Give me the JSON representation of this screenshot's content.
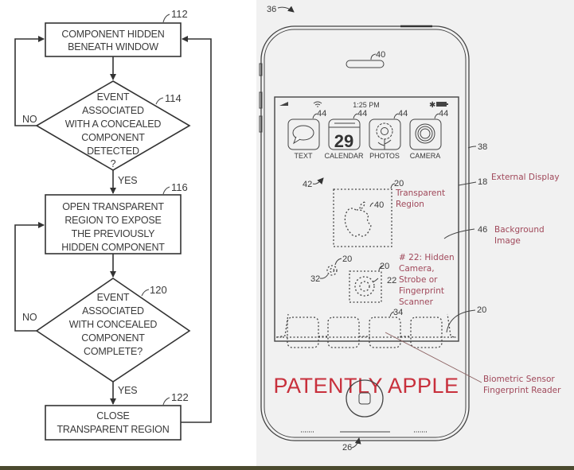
{
  "flowchart": {
    "nodes": [
      {
        "id": "112",
        "type": "process",
        "lines": [
          "COMPONENT HIDDEN",
          "BENEATH WINDOW"
        ]
      },
      {
        "id": "114",
        "type": "decision",
        "lines": [
          "EVENT",
          "ASSOCIATED",
          "WITH A CONCEALED",
          "COMPONENT",
          "DETECTED",
          "?"
        ]
      },
      {
        "id": "116",
        "type": "process",
        "lines": [
          "OPEN TRANSPARENT",
          "REGION  TO EXPOSE",
          "THE PREVIOUSLY",
          "HIDDEN COMPONENT"
        ]
      },
      {
        "id": "120",
        "type": "decision",
        "lines": [
          "EVENT",
          "ASSOCIATED",
          "WITH CONCEALED",
          "COMPONENT",
          "COMPLETE?"
        ]
      },
      {
        "id": "122",
        "type": "process",
        "lines": [
          "CLOSE",
          "TRANSPARENT REGION"
        ]
      }
    ],
    "edge_labels": {
      "no_1": "NO",
      "yes_1": "YES",
      "no_2": "NO",
      "yes_2": "YES"
    }
  },
  "phone": {
    "refs": {
      "device": "36",
      "speaker": "40",
      "housing": "38",
      "display": "18",
      "background": "46",
      "screen": "42",
      "transparent_region": "20",
      "logo": "40",
      "small_region": "20",
      "sensor_region": "20",
      "flash": "32",
      "camera": "22",
      "dock_region": "20",
      "dock_key": "34",
      "connector": "26"
    },
    "status_bar": {
      "time": "1:25 PM",
      "signal_icon": "signal-bars-icon",
      "wifi_icon": "wifi-icon",
      "bluetooth_icon": "bluetooth-icon",
      "battery_icon": "battery-icon"
    },
    "apps": [
      {
        "label": "TEXT",
        "ref": "44",
        "icon": "speech-bubble-icon"
      },
      {
        "label": "CALENDAR",
        "ref": "44",
        "icon": "calendar-icon",
        "day": "29"
      },
      {
        "label": "PHOTOS",
        "ref": "44",
        "icon": "sunflower-icon"
      },
      {
        "label": "CAMERA",
        "ref": "44",
        "icon": "camera-lens-icon"
      }
    ]
  },
  "annotations": {
    "external_display": "External Display",
    "background_image_1": "Background",
    "background_image_2": "Image",
    "transparent_region_1": "Transparent",
    "transparent_region_2": "Region",
    "hidden_camera": [
      "# 22: Hidden",
      "Camera,",
      "Strobe or",
      "Fingerprint",
      "Scanner"
    ],
    "biometric_1": "Biometric Sensor",
    "biometric_2": "Fingerprint Reader",
    "watermark": "PATENTLY APPLE"
  },
  "colors": {
    "annotation": "#a0485a",
    "watermark": "#c8303c",
    "sensor_highlight": "#f7f3c4",
    "right_bg": "#f1f1f1",
    "bottom_strip": "#4b4a2e"
  }
}
